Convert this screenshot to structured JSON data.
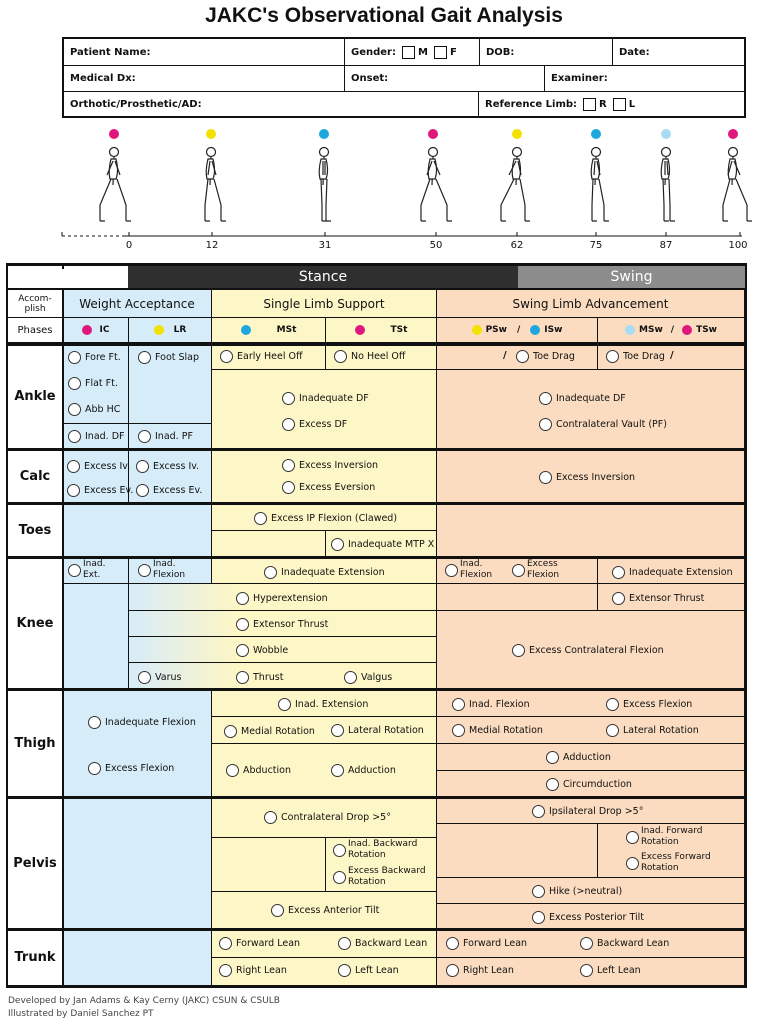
{
  "title": "JAKC's Observational Gait Analysis",
  "header": {
    "patient_name": "Patient Name:",
    "gender": "Gender:",
    "m": "M",
    "f": "F",
    "dob": "DOB:",
    "date": "Date:",
    "medical_dx": "Medical Dx:",
    "onset": "Onset:",
    "examiner": "Examiner:",
    "orthotic": "Orthotic/Prosthetic/AD:",
    "reference_limb": "Reference Limb:",
    "r": "R",
    "l": "L"
  },
  "timeline": [
    "0",
    "12",
    "31",
    "50",
    "62",
    "75",
    "87",
    "100"
  ],
  "colors": {
    "ic": "#e0187d",
    "lr": "#f2e200",
    "mst": "#1fa8e0",
    "tst": "#e0187d",
    "psw": "#f2e200",
    "isw": "#1fa8e0",
    "msw": "#a8dcf4",
    "tsw": "#e0187d"
  },
  "phases": {
    "stance": "Stance",
    "swing": "Swing"
  },
  "tasks": {
    "accomplish": "Accom-\nplish",
    "wa": "Weight Acceptance",
    "sls": "Single Limb Support",
    "sla": "Swing Limb Advancement"
  },
  "phase_row": {
    "label": "Phases",
    "ic": "IC",
    "lr": "LR",
    "mst": "MSt",
    "tst": "TSt",
    "psw": "PSw",
    "isw": "ISw",
    "msw": "MSw",
    "tsw": "TSw",
    "slash": "/"
  },
  "rows": {
    "ankle": "Ankle",
    "calc": "Calc",
    "toes": "Toes",
    "knee": "Knee",
    "thigh": "Thigh",
    "pelvis": "Pelvis",
    "trunk": "Trunk"
  },
  "ankle": {
    "fore_ft": "Fore Ft.",
    "flat_ft": "Flat Ft.",
    "abb_hc": "Abb HC",
    "inad_df": "Inad. DF",
    "foot_slap": "Foot Slap",
    "inad_pf": "Inad. PF",
    "early_heel_off": "Early Heel Off",
    "no_heel_off": "No Heel Off",
    "inadequate_df": "Inadequate DF",
    "excess_df": "Excess DF",
    "toe_drag": "Toe Drag",
    "toe_drag2": "Toe Drag",
    "swing_inad_df": "Inadequate DF",
    "contra_vault": "Contralateral Vault (PF)"
  },
  "calc": {
    "ic_excess_iv": "Excess Iv.",
    "ic_excess_ev": "Excess Ev.",
    "lr_excess_iv": "Excess Iv.",
    "lr_excess_ev": "Excess Ev.",
    "excess_inversion": "Excess Inversion",
    "excess_eversion": "Excess Eversion",
    "swing_excess_inversion": "Excess Inversion"
  },
  "toes": {
    "excess_ip": "Excess IP Flexion (Clawed)",
    "inad_mtp": "Inadequate MTP X"
  },
  "knee": {
    "inad_ext": "Inad.\nExt.",
    "inad_flexion": "Inad.\nFlexion",
    "inadequate_extension": "Inadequate Extension",
    "swing_inad_flex": "Inad.\nFlexion",
    "excess_flexion": "Excess\nFlexion",
    "swing_inadequate_extension": "Inadequate Extension",
    "hyperextension": "Hyperextension",
    "extensor_thrust": "Extensor Thrust",
    "swing_extensor_thrust": "Extensor Thrust",
    "wobble": "Wobble",
    "varus": "Varus",
    "thrust": "Thrust",
    "valgus": "Valgus",
    "excess_contra_flexion": "Excess Contralateral Flexion"
  },
  "thigh": {
    "inadequate_flexion": "Inadequate Flexion",
    "excess_flexion": "Excess Flexion",
    "inad_extension": "Inad. Extension",
    "medial_rotation": "Medial Rotation",
    "lateral_rotation": "Lateral Rotation",
    "abduction": "Abduction",
    "adduction": "Adduction",
    "sw_inad_flexion": "Inad. Flexion",
    "sw_excess_flexion": "Excess Flexion",
    "sw_medial_rotation": "Medial Rotation",
    "sw_lateral_rotation": "Lateral Rotation",
    "sw_adduction": "Adduction",
    "circumduction": "Circumduction"
  },
  "pelvis": {
    "contra_drop": "Contralateral Drop >5°",
    "inad_backward": "Inad. Backward\nRotation",
    "excess_backward": "Excess Backward\nRotation",
    "excess_anterior_tilt": "Excess Anterior Tilt",
    "ipsi_drop": "Ipsilateral Drop >5°",
    "inad_forward": "Inad. Forward\nRotation",
    "excess_forward": "Excess Forward\nRotation",
    "hike": "Hike (>neutral)",
    "excess_posterior_tilt": "Excess Posterior Tilt"
  },
  "trunk": {
    "forward_lean": "Forward Lean",
    "backward_lean": "Backward Lean",
    "right_lean": "Right Lean",
    "left_lean": "Left Lean",
    "sw_forward_lean": "Forward Lean",
    "sw_backward_lean": "Backward Lean",
    "sw_right_lean": "Right Lean",
    "sw_left_lean": "Left Lean"
  },
  "footer": {
    "line1": "Developed by Jan Adams & Kay Cerny (JAKC) CSUN & CSULB",
    "line2": "Illustrated by Daniel Sanchez PT"
  }
}
